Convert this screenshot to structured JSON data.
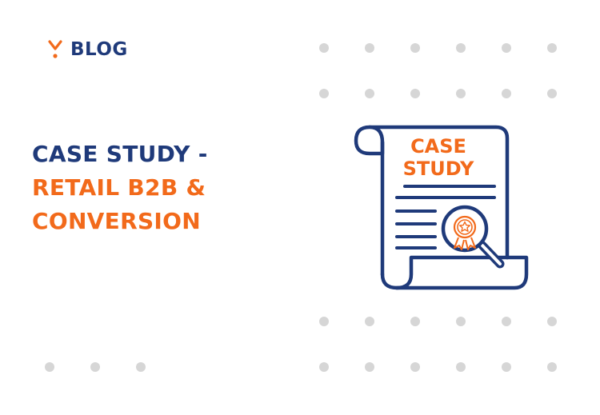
{
  "brand": {
    "logo_icon": "y-logo-icon",
    "label": "BLOG"
  },
  "headline": {
    "line1": "CASE STUDY -",
    "line2": "RETAIL B2B &",
    "line3": "CONVERSION"
  },
  "illustration": {
    "icon": "case-study-document-icon",
    "title_line1": "CASE",
    "title_line2": "STUDY"
  },
  "colors": {
    "navy": "#1f3a7a",
    "orange": "#f26a1b",
    "dots": "#d6d6d6",
    "background": "#ffffff"
  }
}
